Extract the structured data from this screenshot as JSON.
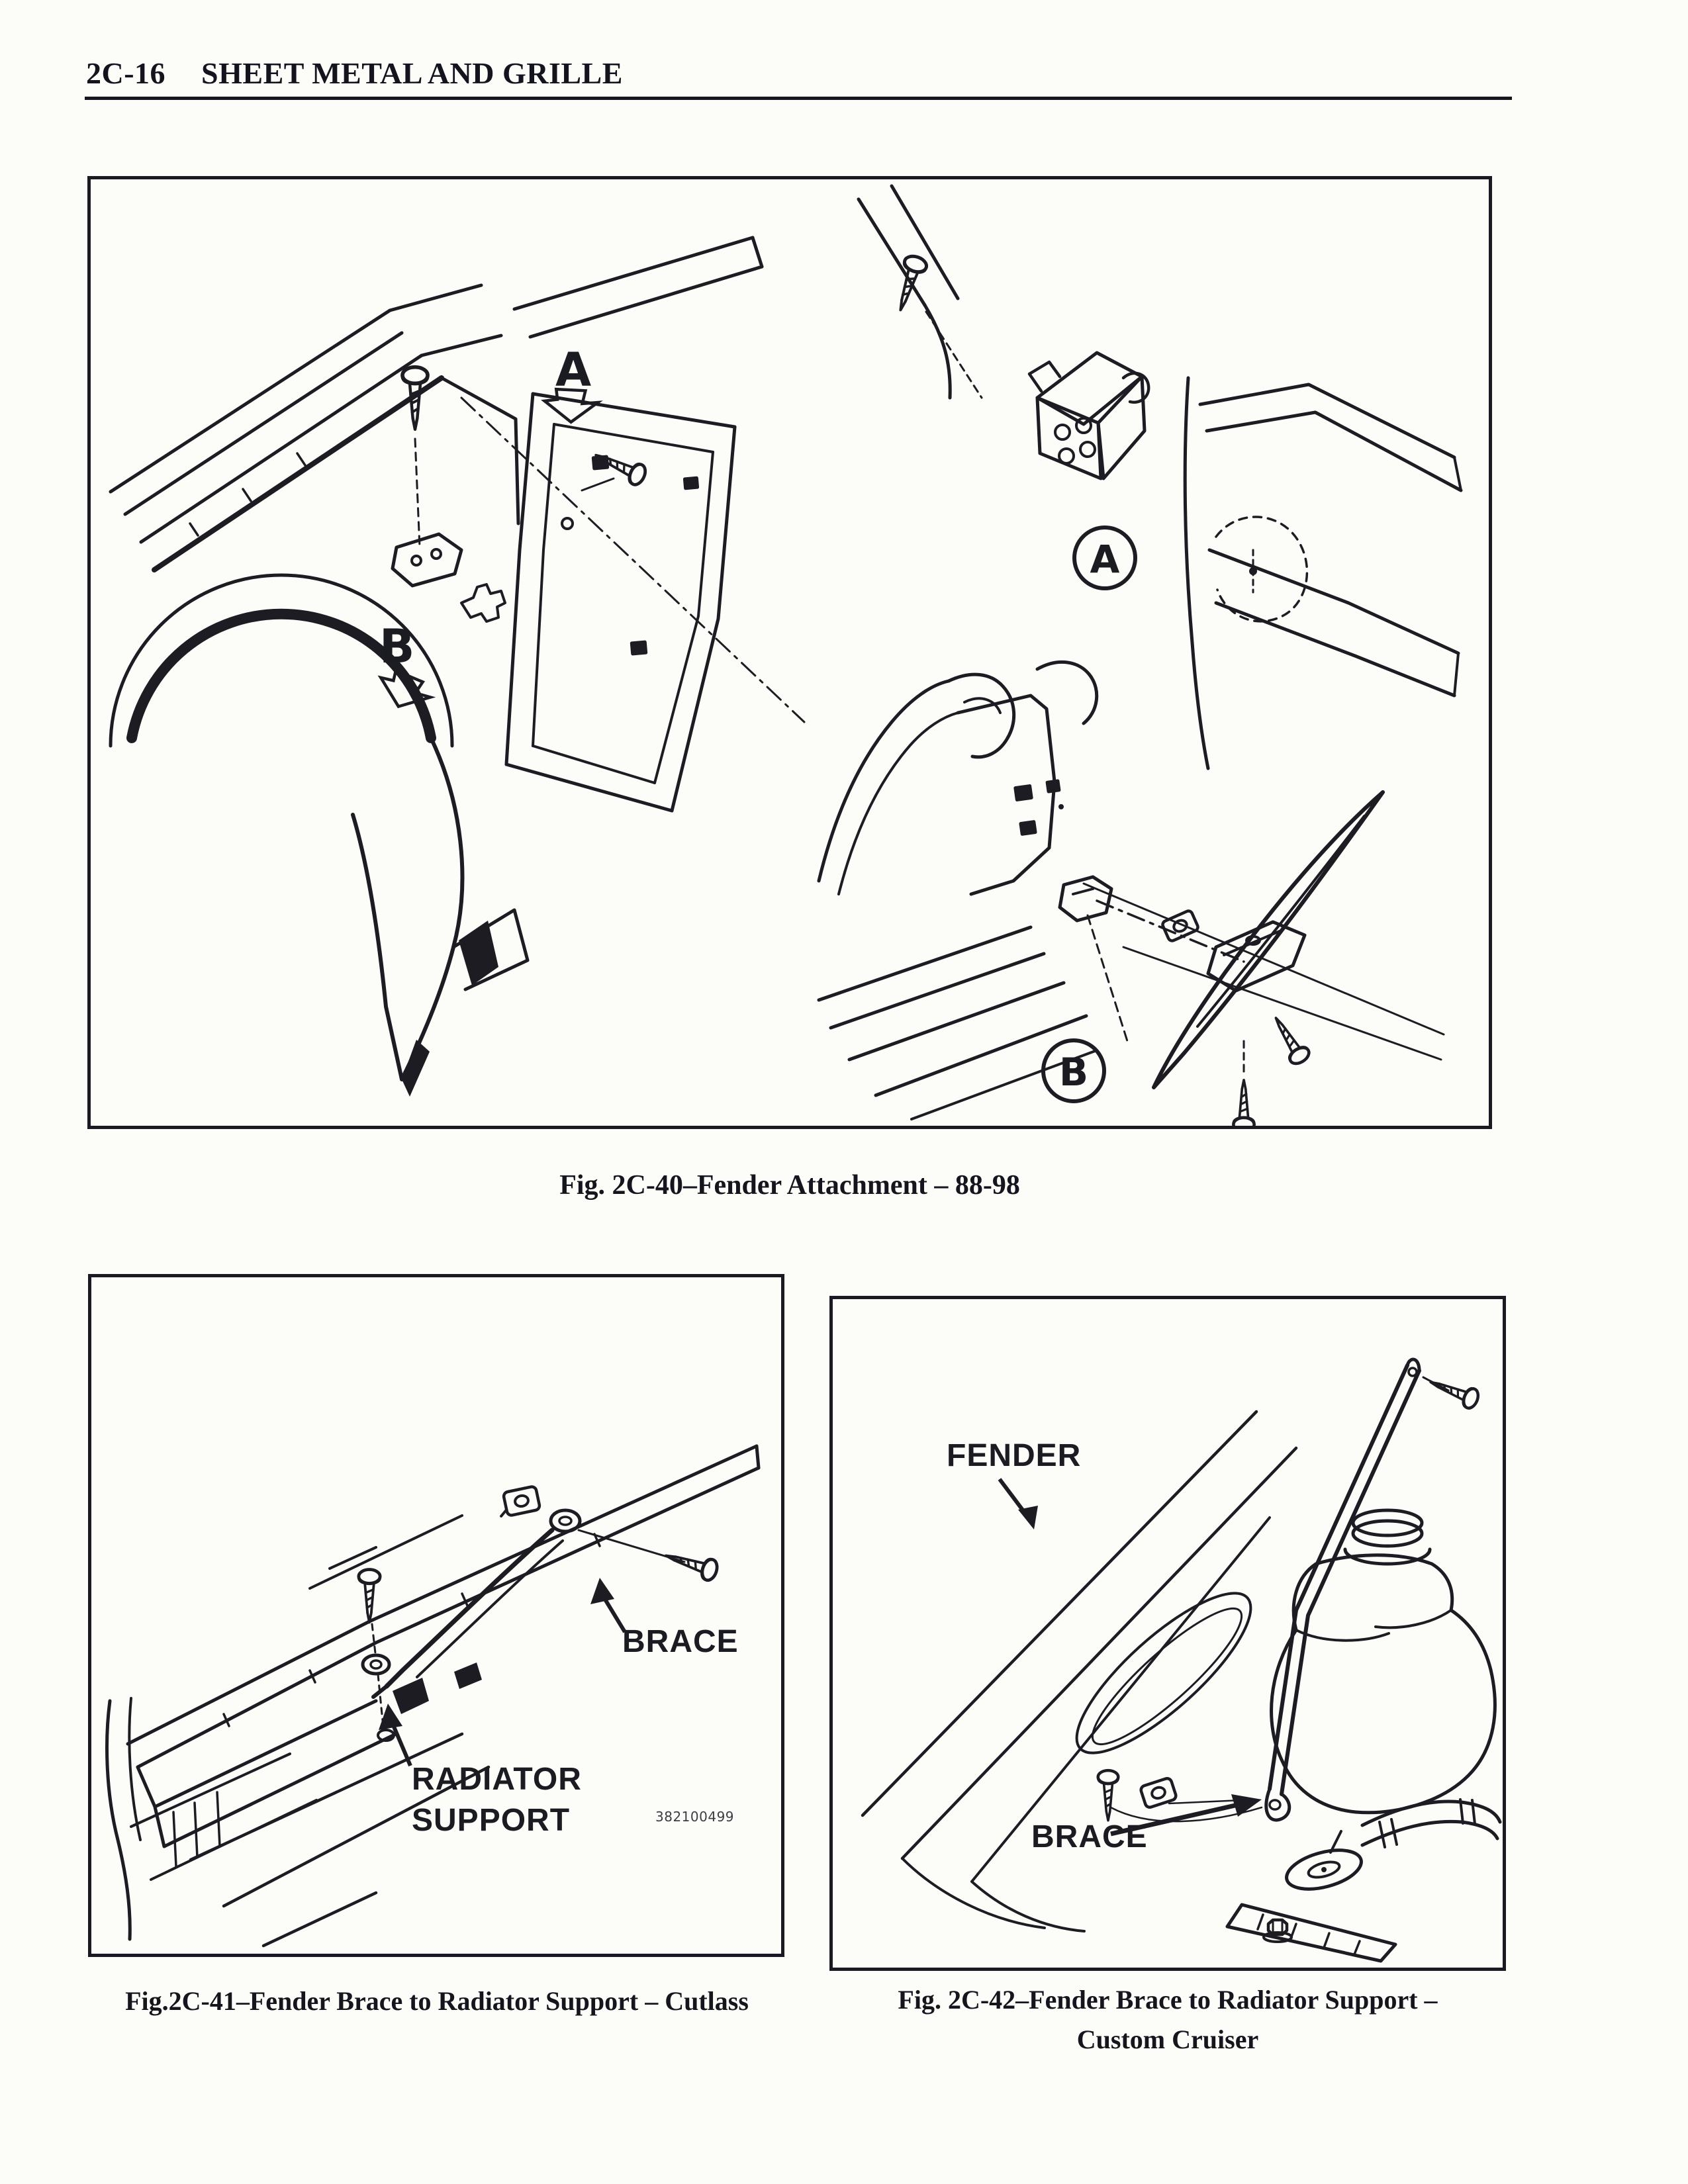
{
  "header": {
    "code": "2C-16",
    "title": "SHEET METAL AND GRILLE"
  },
  "fig40": {
    "caption": "Fig. 2C-40–Fender Attachment – 88-98",
    "label_a": "A",
    "label_b": "B",
    "detail_a": "A",
    "detail_b": "B"
  },
  "fig41": {
    "caption": "Fig.2C-41–Fender Brace to Radiator Support – Cutlass",
    "brace": "BRACE",
    "radiator_line1": "RADIATOR",
    "radiator_line2": "SUPPORT",
    "part_number": "382100499"
  },
  "fig42": {
    "caption_line1": "Fig. 2C-42–Fender Brace to Radiator Support –",
    "caption_line2": "Custom Cruiser",
    "fender": "FENDER",
    "brace": "BRACE"
  },
  "colors": {
    "ink": "#1d1c23",
    "paper": "#fcfcf9"
  }
}
